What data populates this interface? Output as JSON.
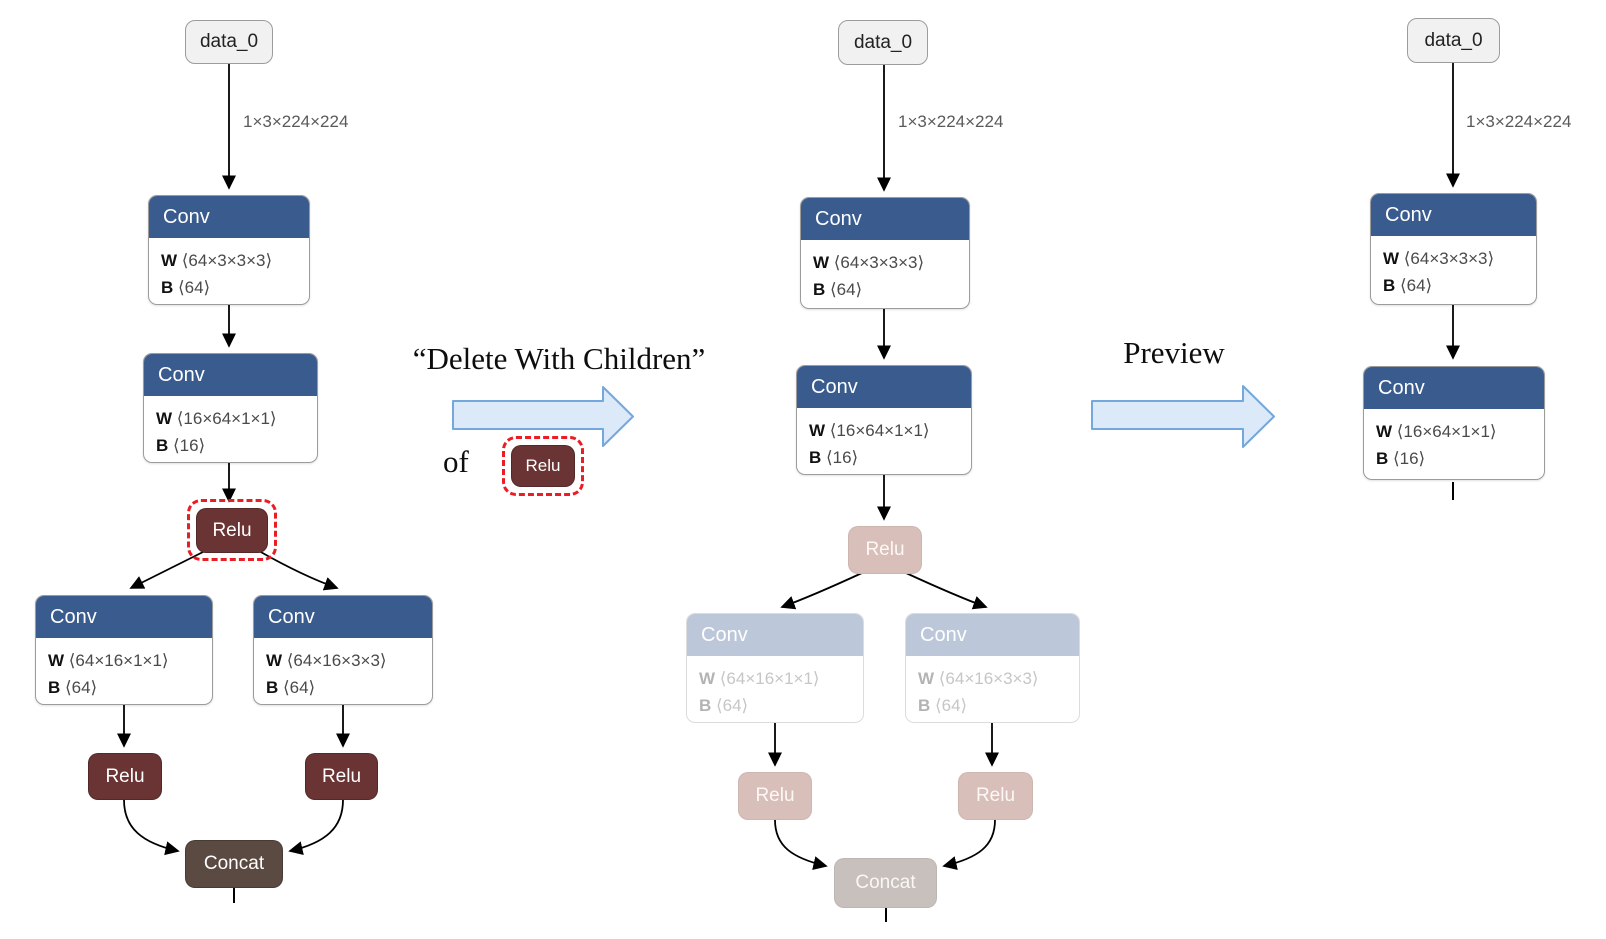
{
  "colors": {
    "conv_header": "#3a5b8e",
    "node_border": "#9c9c9c",
    "input_fill": "#f1f1f1",
    "relu_fill": "#6a3334",
    "concat_fill": "#5b4a42",
    "faded_conv_header": "#bcc7da",
    "faded_relu_fill": "#d8bfba",
    "faded_concat_fill": "#c8c0bd",
    "edge_color": "#000000",
    "edge_label_color": "#5a5a5a",
    "highlight_dash": "#ec1c24",
    "block_arrow_fill": "#dce9f8",
    "block_arrow_stroke": "#74a7dc"
  },
  "annotations": {
    "action_label": "“Delete With Children”",
    "action_of": "of",
    "action_node_label": "Relu",
    "preview_label": "Preview"
  },
  "graphs": {
    "left": {
      "edge_label": "1×3×224×224",
      "nodes": {
        "input": {
          "label": "data_0"
        },
        "conv1": {
          "title": "Conv",
          "w_key": "W",
          "w_val": "⟨64×3×3×3⟩",
          "b_key": "B",
          "b_val": "⟨64⟩"
        },
        "conv2": {
          "title": "Conv",
          "w_key": "W",
          "w_val": "⟨16×64×1×1⟩",
          "b_key": "B",
          "b_val": "⟨16⟩"
        },
        "relu": {
          "label": "Relu"
        },
        "conv3": {
          "title": "Conv",
          "w_key": "W",
          "w_val": "⟨64×16×1×1⟩",
          "b_key": "B",
          "b_val": "⟨64⟩"
        },
        "conv4": {
          "title": "Conv",
          "w_key": "W",
          "w_val": "⟨64×16×3×3⟩",
          "b_key": "B",
          "b_val": "⟨64⟩"
        },
        "relu_left": {
          "label": "Relu"
        },
        "relu_right": {
          "label": "Relu"
        },
        "concat": {
          "label": "Concat"
        }
      }
    },
    "middle": {
      "edge_label": "1×3×224×224",
      "nodes": {
        "input": {
          "label": "data_0"
        },
        "conv1": {
          "title": "Conv",
          "w_key": "W",
          "w_val": "⟨64×3×3×3⟩",
          "b_key": "B",
          "b_val": "⟨64⟩"
        },
        "conv2": {
          "title": "Conv",
          "w_key": "W",
          "w_val": "⟨16×64×1×1⟩",
          "b_key": "B",
          "b_val": "⟨16⟩"
        },
        "relu": {
          "label": "Relu"
        },
        "conv3": {
          "title": "Conv",
          "w_key": "W",
          "w_val": "⟨64×16×1×1⟩",
          "b_key": "B",
          "b_val": "⟨64⟩"
        },
        "conv4": {
          "title": "Conv",
          "w_key": "W",
          "w_val": "⟨64×16×3×3⟩",
          "b_key": "B",
          "b_val": "⟨64⟩"
        },
        "relu_left": {
          "label": "Relu"
        },
        "relu_right": {
          "label": "Relu"
        },
        "concat": {
          "label": "Concat"
        }
      }
    },
    "right": {
      "edge_label": "1×3×224×224",
      "nodes": {
        "input": {
          "label": "data_0"
        },
        "conv1": {
          "title": "Conv",
          "w_key": "W",
          "w_val": "⟨64×3×3×3⟩",
          "b_key": "B",
          "b_val": "⟨64⟩"
        },
        "conv2": {
          "title": "Conv",
          "w_key": "W",
          "w_val": "⟨16×64×1×1⟩",
          "b_key": "B",
          "b_val": "⟨16⟩"
        }
      }
    }
  }
}
